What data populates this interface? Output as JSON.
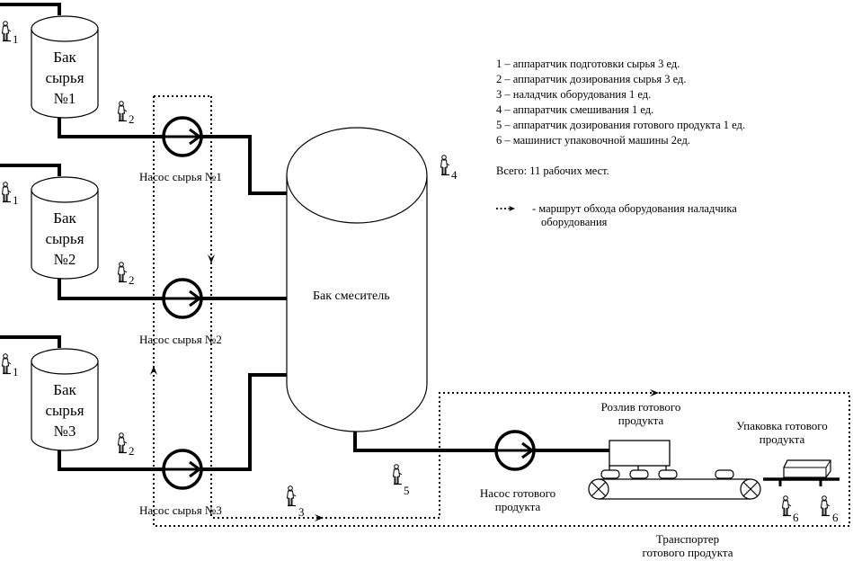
{
  "tanks": [
    {
      "label": "Бак сырья №1",
      "lines": [
        "Бак",
        "сырья",
        "№1"
      ]
    },
    {
      "label": "Бак сырья №2",
      "lines": [
        "Бак",
        "сырья",
        "№2"
      ]
    },
    {
      "label": "Бак сырья №3",
      "lines": [
        "Бак",
        "сырья",
        "№3"
      ]
    }
  ],
  "pumps": [
    {
      "label": "Насос сырья №1"
    },
    {
      "label": "Насос сырья №2"
    },
    {
      "label": "Насос сырья №3"
    }
  ],
  "mixer": {
    "label": "Бак смеситель"
  },
  "product_pump": {
    "lines": [
      "Насос готового",
      "продукта"
    ]
  },
  "filling": {
    "lines": [
      "Розлив готового",
      "продукта"
    ]
  },
  "packing": {
    "lines": [
      "Упаковка готового",
      "продукта"
    ]
  },
  "conveyor": {
    "lines": [
      "Транспортер",
      "готового продукта"
    ]
  },
  "workers": {
    "w1": "1",
    "w2": "2",
    "w3": "3",
    "w4": "4",
    "w5": "5",
    "w6": "6"
  },
  "legend": {
    "items": [
      "1 – аппаратчик подготовки сырья 3 ед.",
      "2 – аппаратчик дозирования сырья 3 ед.",
      "3 – наладчик оборудования 1 ед.",
      "4 – аппаратчик смешивания 1 ед.",
      "5 – аппаратчик дозирования готового продукта 1 ед.",
      "6 – машинист упаковочной машины 2ед."
    ],
    "total": "Всего: 11 рабочих мест.",
    "route_line1": "- маршрут обхода оборудования наладчика",
    "route_line2": "оборудования"
  }
}
